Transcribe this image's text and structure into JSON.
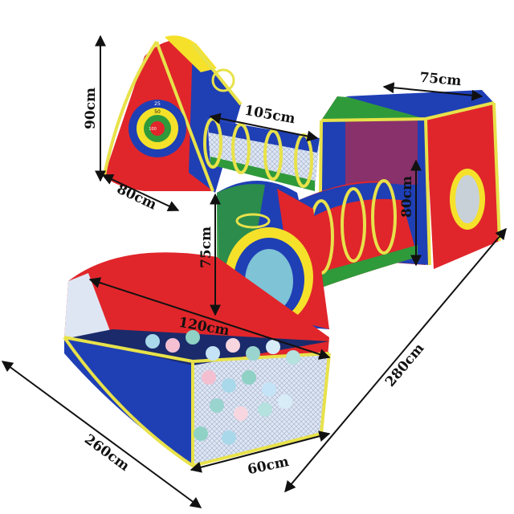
{
  "dimensions": {
    "tent_height": "90cm",
    "tent_width": "80cm",
    "tunnel_top_length": "105cm",
    "cube_width": "75cm",
    "cube_height": "80cm",
    "pit_tent_height": "75cm",
    "pit_diameter": "120cm",
    "pit_side": "60cm",
    "total_length_right": "280cm",
    "total_length_left": "260cm"
  },
  "target_rings": [
    "25",
    "50",
    "100"
  ],
  "colors": {
    "blue": "#1f3fb5",
    "red": "#e0262b",
    "yellow": "#f5e12a",
    "green": "#2f9a3a",
    "trim": "#e8e24a"
  }
}
